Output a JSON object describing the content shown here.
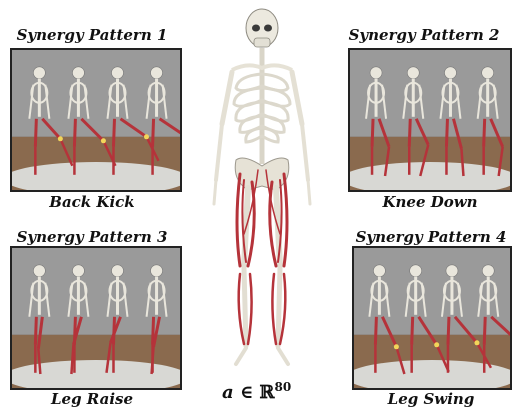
{
  "patterns": [
    {
      "title": "Synergy Pattern 1",
      "caption": "Back Kick"
    },
    {
      "title": "Synergy Pattern 2",
      "caption": "Knee Down"
    },
    {
      "title": "Synergy Pattern 3",
      "caption": "Leg Raise"
    },
    {
      "title": "Synergy Pattern 4",
      "caption": "Leg Swing"
    }
  ],
  "formula": {
    "symbol": "a",
    "relation": " ∈ ℝ",
    "exponent": "80"
  },
  "colors": {
    "muscle": "#b5333a",
    "bone": "#e9e6dc",
    "floor": "#8a6a4e",
    "wall": "#9a9a9a",
    "highlight": "#f3d55a"
  }
}
